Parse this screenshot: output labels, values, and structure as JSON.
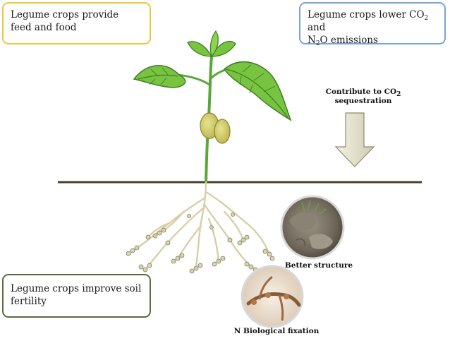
{
  "boxes": {
    "feed": "Legume crops provide feed and food",
    "emissions": {
      "line1_pre": "Legume crops lower CO",
      "line1_sub": "2",
      "line1_post": " and",
      "line2_pre": "N",
      "line2_sub": "2",
      "line2_post": "O emissions"
    },
    "soil": "Legume crops improve soil fertility"
  },
  "labels": {
    "co2_line1_pre": "Contribute to CO",
    "co2_line1_sub": "2",
    "co2_line2": "sequestration",
    "structure": "Better structure",
    "nfix": "N Biological fixation"
  },
  "colors": {
    "feed_border": "#e9c93d",
    "emissions_border": "#7aa3d8",
    "soil_border": "#5b6a3a",
    "leaf": "#6fbf3a",
    "ground": "#4a4226",
    "root": "#d8cfa8"
  },
  "icons": [
    "legume-plant",
    "down-arrow",
    "soil-photo",
    "root-nodule-photo"
  ]
}
